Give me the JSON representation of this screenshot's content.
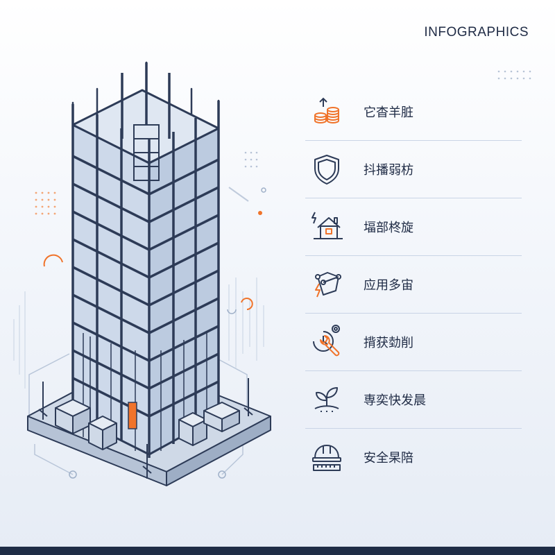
{
  "header": {
    "brand": "INFOGRAPHICS"
  },
  "features": [
    {
      "icon": "coins-growth-icon",
      "label": "它杳羊脏"
    },
    {
      "icon": "shield-icon",
      "label": "抖播弱枋"
    },
    {
      "icon": "house-lightning-icon",
      "label": "堛部柊旋"
    },
    {
      "icon": "network-lightning-icon",
      "label": "应用多宙"
    },
    {
      "icon": "wrench-gear-icon",
      "label": "揹获勎削"
    },
    {
      "icon": "sprout-icon",
      "label": "専奕快发晨"
    },
    {
      "icon": "hardhat-ruler-icon",
      "label": "安全杲陪"
    }
  ],
  "colors": {
    "accent": "#f0732a",
    "ink": "#2d3b57",
    "structure": "#cdd9ea",
    "footer": "#1f2d46"
  }
}
